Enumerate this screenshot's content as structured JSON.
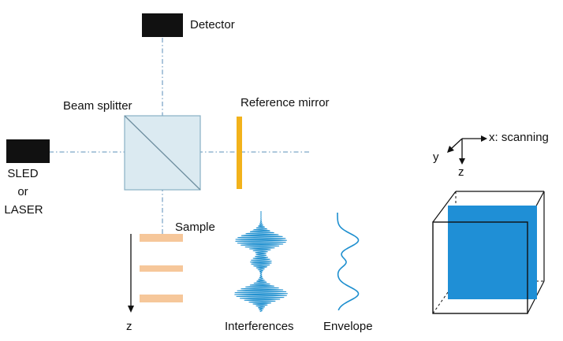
{
  "labels": {
    "detector": "Detector",
    "beam_splitter": "Beam splitter",
    "reference_mirror": "Reference mirror",
    "source_line1": "SLED",
    "source_line2": "or",
    "source_line3": "LASER",
    "sample": "Sample",
    "depth_axis": "z",
    "interferences": "Interferences",
    "envelope": "Envelope",
    "axis_x": "x: scanning",
    "axis_y": "y",
    "axis_z": "z"
  },
  "colors": {
    "optical_path": "#7ea6c8",
    "detector": "#111111",
    "source": "#111111",
    "splitter_fill": "#dbeaf1",
    "splitter_edge": "#88b0c4",
    "mirror": "#f2b21b",
    "sample_layer": "#f6c79a",
    "signal": "#1e8fcf",
    "volume_fill": "#1f8fd6",
    "outline": "#111111"
  }
}
